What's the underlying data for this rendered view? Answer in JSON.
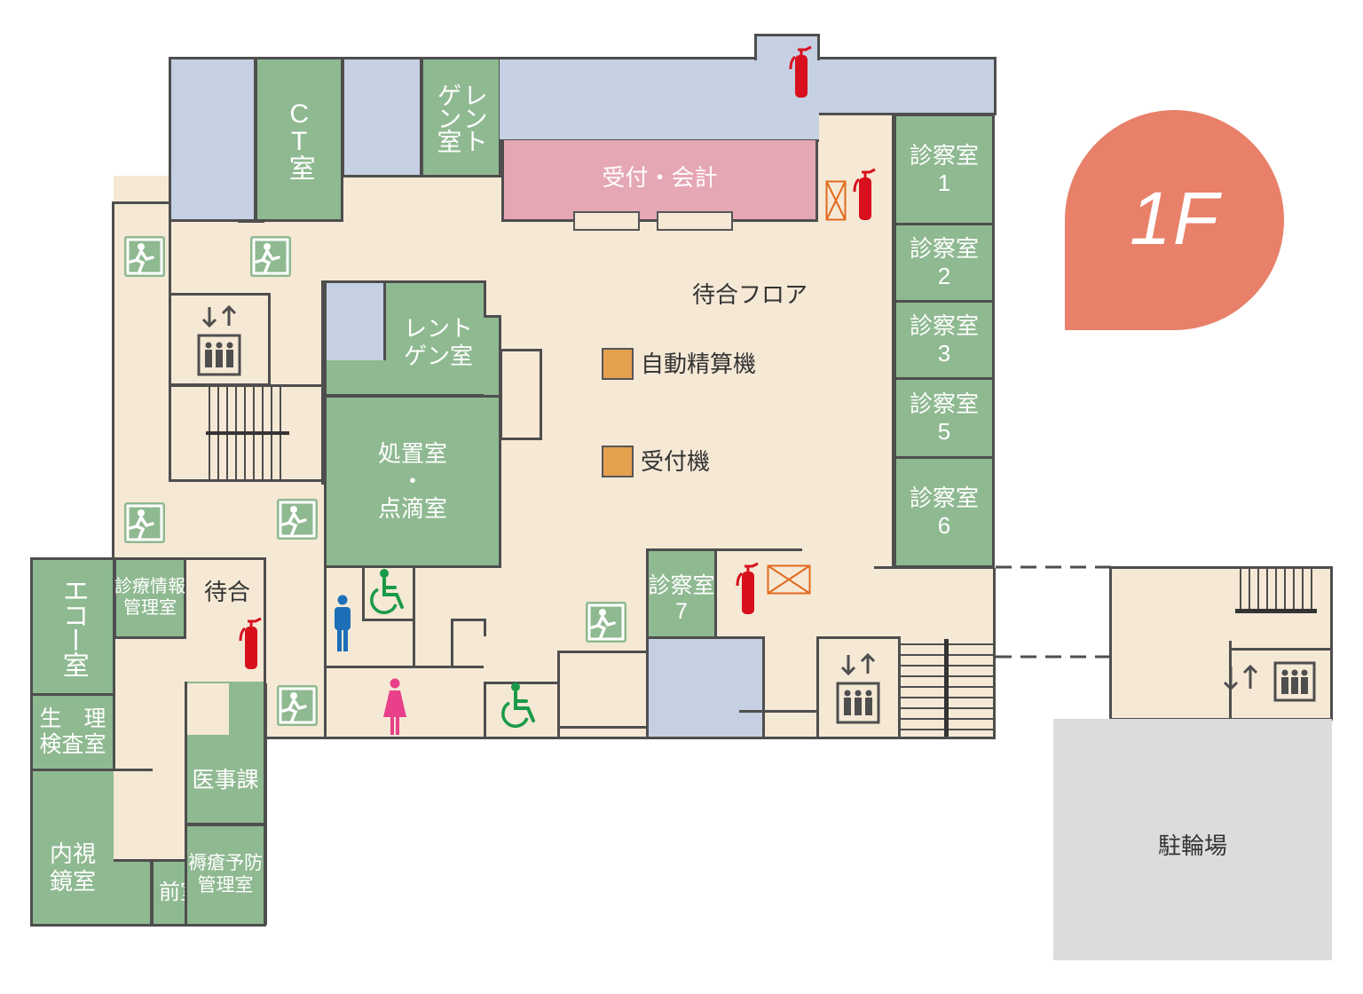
{
  "floor_badge": {
    "label": "1F",
    "color": "#e8806a"
  },
  "colors": {
    "floor": "#f5e8d5",
    "room": "#8fb991",
    "utility": "#c6d0e3",
    "reception": "#e6a7b5",
    "wall": "#4e4e4e",
    "parking": "#dcdcdc",
    "extinguisher": "#d8101d"
  },
  "rooms": {
    "ct": "CT室",
    "xray_top": "レント\nゲン室",
    "reception": "受付・会計",
    "waiting_floor": "待合フロア",
    "xray_mid": "レント\nゲン室",
    "auto_pay": "自動精算機",
    "reception_machine": "受付機",
    "treatment": "処置室\n・\n点滴室",
    "exam1": "診察室\n1",
    "exam2": "診察室\n2",
    "exam3": "診察室\n3",
    "exam5": "診察室\n5",
    "exam6": "診察室\n6",
    "exam7": "診察室\n7",
    "echo": "エコー室",
    "info": "診療情報\n管理室",
    "waiting_small": "待合",
    "physio": "生　理\n検査室",
    "medical_affairs": "医事課",
    "pressure": "褥瘡予防\n管理室",
    "endoscopy": "内視\n鏡室",
    "anteroom": "前室",
    "bicycle": "駐輪場"
  },
  "icons": [
    "emergency-exit-icon",
    "elevator-icon",
    "stairs-icon",
    "fire-extinguisher-icon",
    "fire-alarm-icon",
    "wheelchair-icon",
    "male-restroom-icon",
    "female-restroom-icon"
  ]
}
